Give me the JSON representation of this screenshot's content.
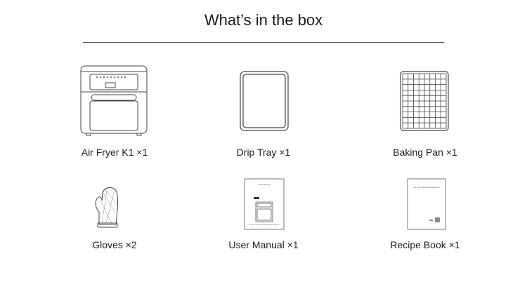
{
  "title": "What’s in the box",
  "items": [
    {
      "label": "Air Fryer K1 ×1",
      "icon": "air-fryer"
    },
    {
      "label": "Drip Tray ×1",
      "icon": "drip-tray"
    },
    {
      "label": "Baking Pan ×1",
      "icon": "baking-pan"
    },
    {
      "label": "Gloves ×2",
      "icon": "glove"
    },
    {
      "label": "User Manual ×1",
      "icon": "user-manual",
      "cover_text": "User Manual"
    },
    {
      "label": "Recipe Book ×1",
      "icon": "recipe-book",
      "cover_text": "Air Fryer Exclusive Recipes"
    }
  ]
}
